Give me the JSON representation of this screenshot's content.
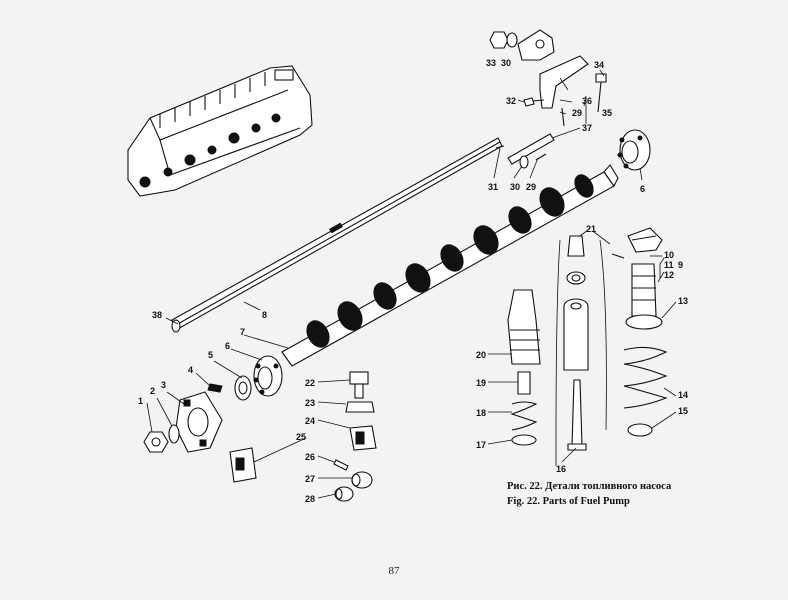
{
  "caption": {
    "ru": "Рис. 22. Детали топливного насоса",
    "en": "Fig. 22. Parts of Fuel Pump"
  },
  "page_number": "87",
  "labels": [
    {
      "id": "p1",
      "text": "1"
    },
    {
      "id": "p2",
      "text": "2"
    },
    {
      "id": "p3",
      "text": "3"
    },
    {
      "id": "p4",
      "text": "4"
    },
    {
      "id": "p5",
      "text": "5"
    },
    {
      "id": "p6a",
      "text": "6"
    },
    {
      "id": "p6b",
      "text": "6"
    },
    {
      "id": "p7",
      "text": "7"
    },
    {
      "id": "p8",
      "text": "8"
    },
    {
      "id": "p9",
      "text": "9"
    },
    {
      "id": "p10",
      "text": "10"
    },
    {
      "id": "p11",
      "text": "11"
    },
    {
      "id": "p12",
      "text": "12"
    },
    {
      "id": "p13",
      "text": "13"
    },
    {
      "id": "p14",
      "text": "14"
    },
    {
      "id": "p15",
      "text": "15"
    },
    {
      "id": "p16",
      "text": "16"
    },
    {
      "id": "p17",
      "text": "17"
    },
    {
      "id": "p18",
      "text": "18"
    },
    {
      "id": "p19",
      "text": "19"
    },
    {
      "id": "p20",
      "text": "20"
    },
    {
      "id": "p21",
      "text": "21"
    },
    {
      "id": "p22",
      "text": "22"
    },
    {
      "id": "p23",
      "text": "23"
    },
    {
      "id": "p24",
      "text": "24"
    },
    {
      "id": "p25",
      "text": "25"
    },
    {
      "id": "p26",
      "text": "26"
    },
    {
      "id": "p27",
      "text": "27"
    },
    {
      "id": "p28",
      "text": "28"
    },
    {
      "id": "p29a",
      "text": "29"
    },
    {
      "id": "p29b",
      "text": "29"
    },
    {
      "id": "p30a",
      "text": "30"
    },
    {
      "id": "p30b",
      "text": "30"
    },
    {
      "id": "p31",
      "text": "31"
    },
    {
      "id": "p32",
      "text": "32"
    },
    {
      "id": "p33",
      "text": "33"
    },
    {
      "id": "p34",
      "text": "34"
    },
    {
      "id": "p35",
      "text": "35"
    },
    {
      "id": "p36",
      "text": "36"
    },
    {
      "id": "p37",
      "text": "37"
    },
    {
      "id": "p38",
      "text": "38"
    }
  ]
}
